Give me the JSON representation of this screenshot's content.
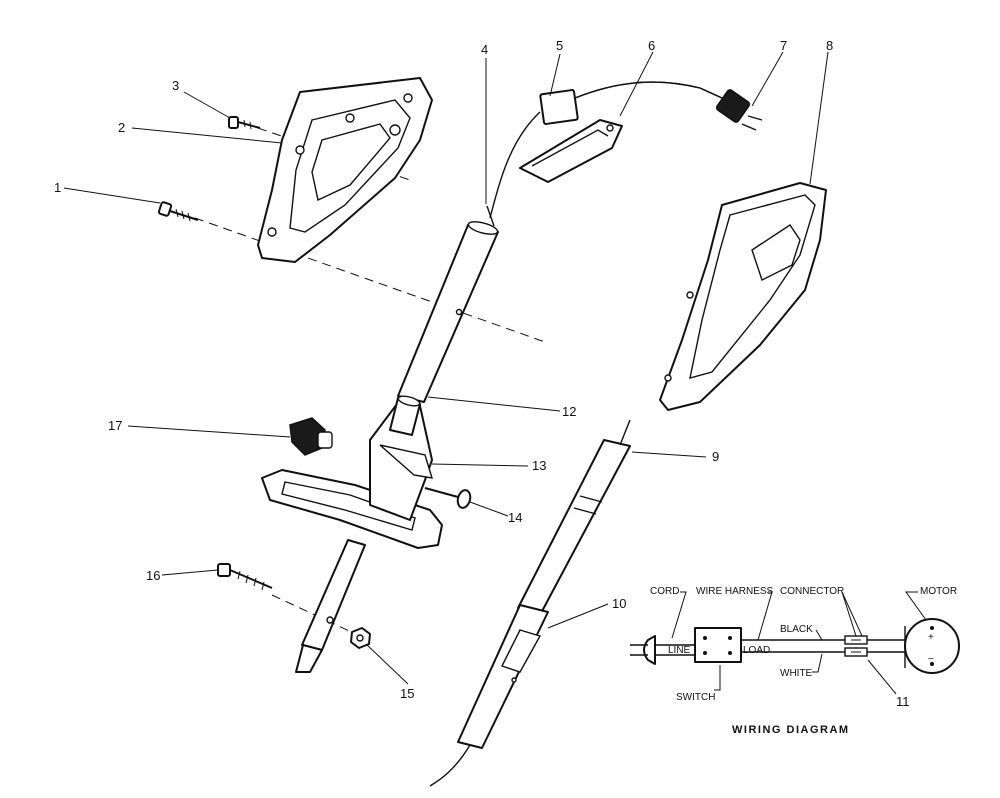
{
  "parts": [
    {
      "number": "1"
    },
    {
      "number": "2"
    },
    {
      "number": "3"
    },
    {
      "number": "4"
    },
    {
      "number": "5"
    },
    {
      "number": "6"
    },
    {
      "number": "7"
    },
    {
      "number": "8"
    },
    {
      "number": "9"
    },
    {
      "number": "10"
    },
    {
      "number": "11"
    },
    {
      "number": "12"
    },
    {
      "number": "13"
    },
    {
      "number": "14"
    },
    {
      "number": "15"
    },
    {
      "number": "16"
    },
    {
      "number": "17"
    }
  ],
  "wiring_diagram": {
    "title": "WIRING DIAGRAM",
    "labels": {
      "cord": "CORD",
      "wire_harness": "WIRE HARNESS",
      "connector": "CONNECTOR",
      "motor": "MOTOR",
      "line": "LINE",
      "load": "LOAD",
      "black": "BLACK",
      "white": "WHITE",
      "switch": "SWITCH",
      "plus": "+",
      "minus": "−"
    },
    "callout": "11"
  }
}
